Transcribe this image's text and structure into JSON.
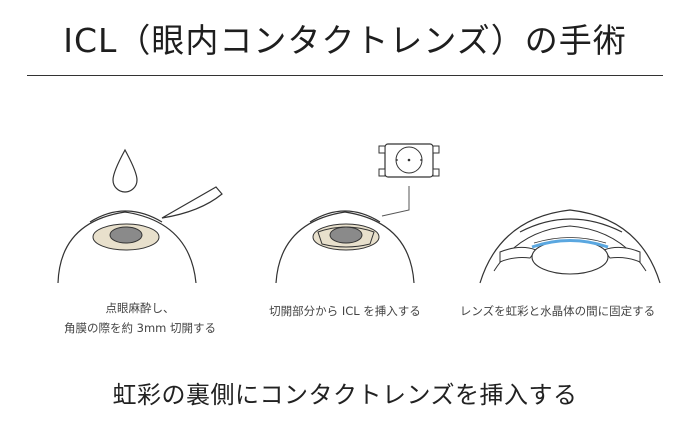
{
  "title": "ICL（眼内コンタクトレンズ）の手術",
  "steps": [
    {
      "lines": [
        "点眼麻酔し、",
        "角膜の際を約 3mm 切開する"
      ]
    },
    {
      "lines": [
        "切開部分から ICL を挿入する"
      ]
    },
    {
      "lines": [
        "レンズを虹彩と水晶体の間に固定する"
      ]
    }
  ],
  "footer": "虹彩の裏側にコンタクトレンズを挿入する",
  "colors": {
    "line": "#333333",
    "iris": "#e8e0cc",
    "pupil": "#8a8a8a",
    "lens_highlight": "#5aa7e0"
  }
}
